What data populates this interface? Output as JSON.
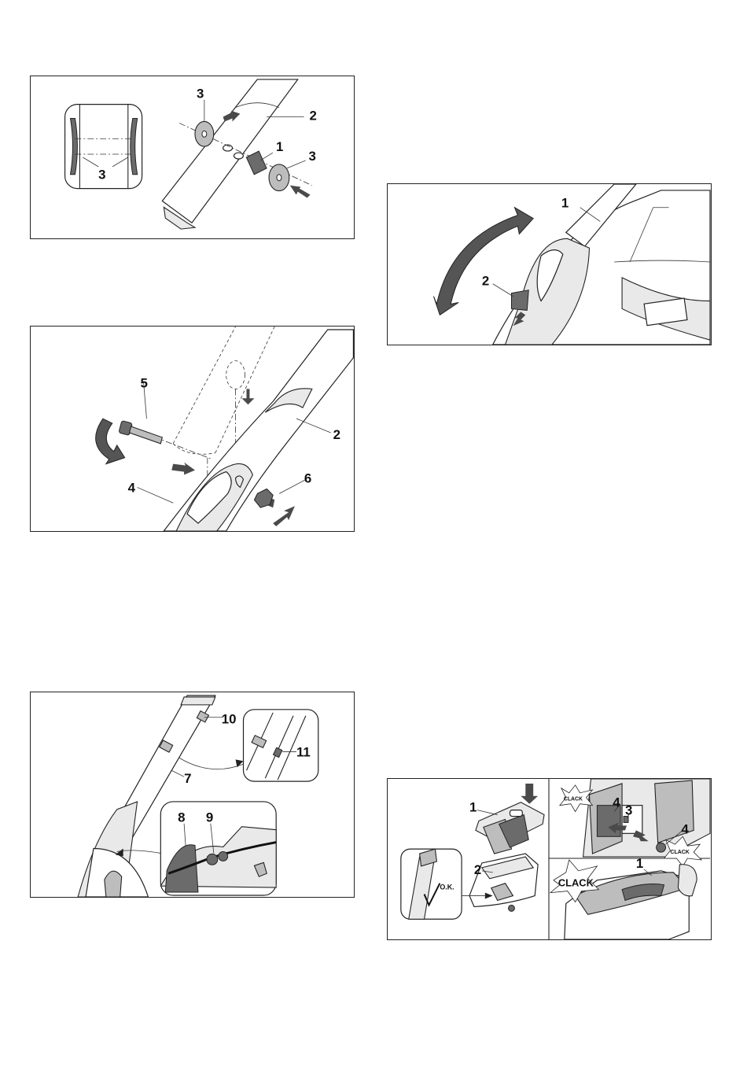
{
  "figures": {
    "fig1": {
      "labels": [
        "3",
        "2",
        "1",
        "3",
        "3"
      ]
    },
    "fig2": {
      "labels": [
        "1",
        "2"
      ]
    },
    "fig3": {
      "labels": [
        "5",
        "2",
        "6",
        "4"
      ]
    },
    "fig4": {
      "labels": [
        "10",
        "11",
        "7",
        "8",
        "9"
      ]
    },
    "fig5": {
      "labels": [
        "1",
        "2",
        "4",
        "3",
        "4",
        "1"
      ],
      "clack_small": "CLACK",
      "clack_large": "CLACK",
      "ok": "O.K."
    }
  }
}
